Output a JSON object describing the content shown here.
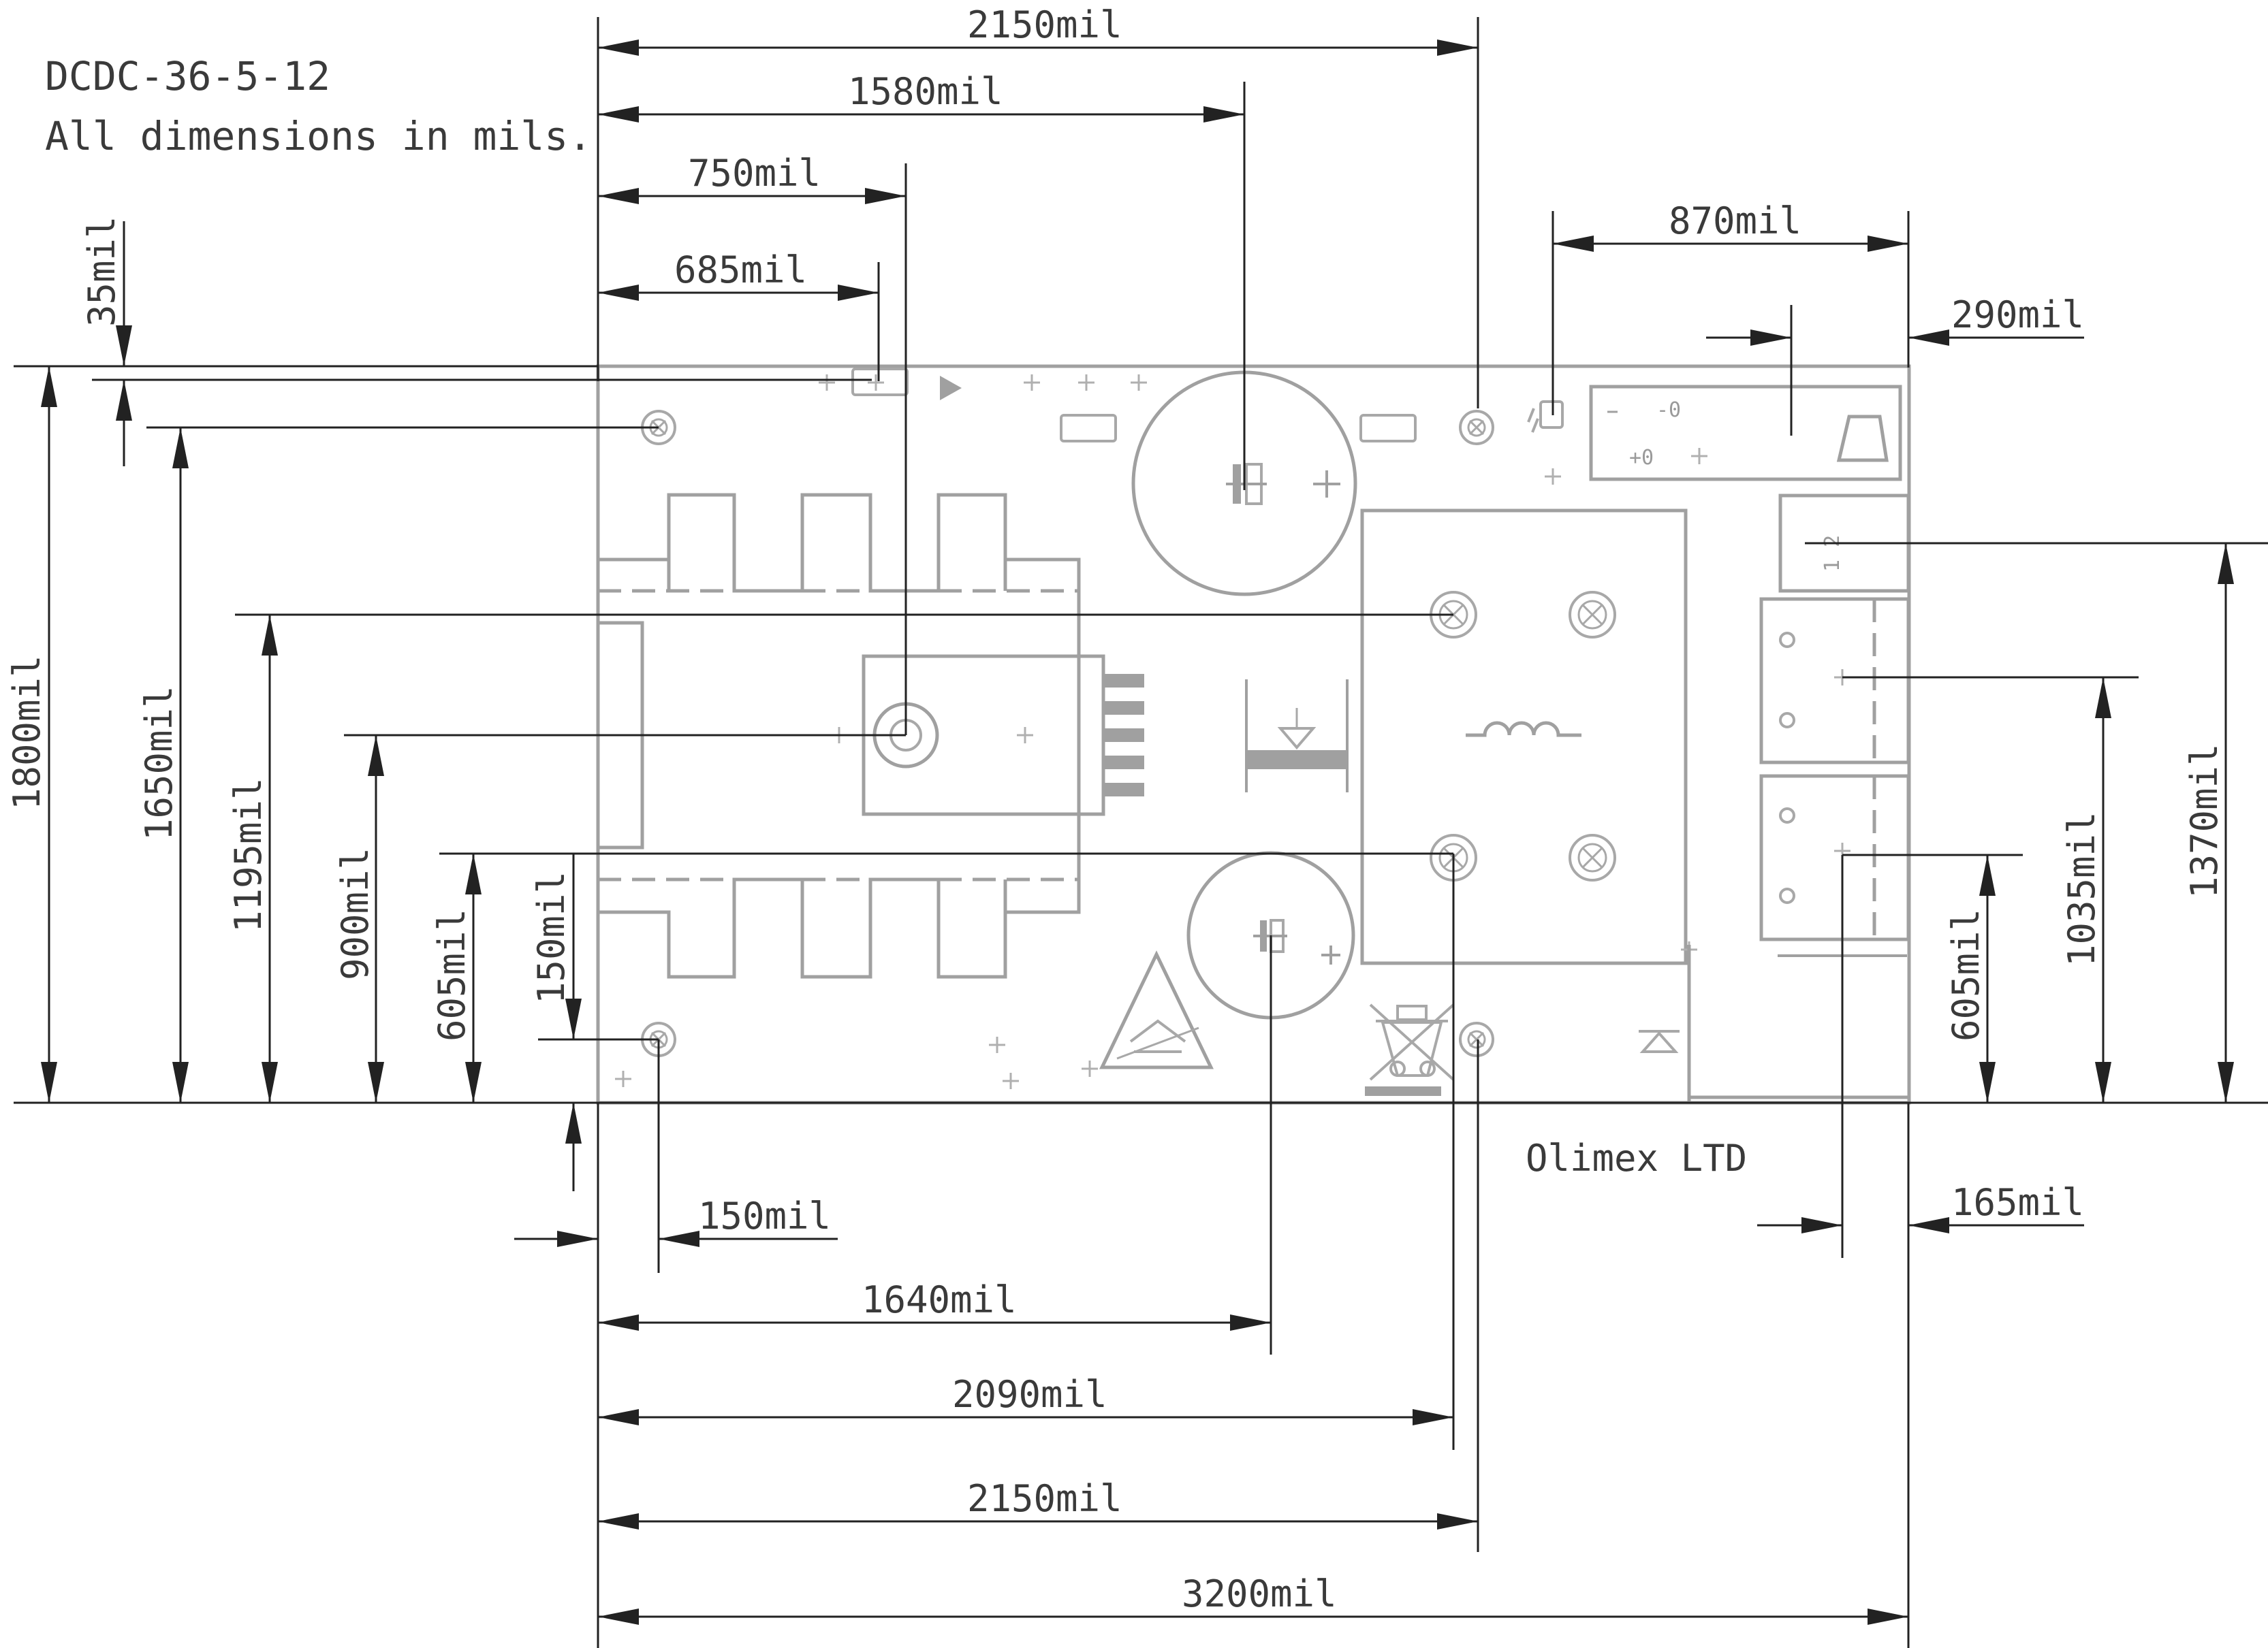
{
  "header": {
    "title": "DCDC-36-5-12",
    "subtitle": "All dimensions in mils."
  },
  "brand": "Olimex LTD",
  "colors": {
    "pcb_outline": "#a0a0a0",
    "dimension_lines": "#222222",
    "text": "#3a3a3a"
  },
  "dimensions": {
    "top_2150": "2150mil",
    "top_1580": "1580mil",
    "top_750": "750mil",
    "top_685": "685mil",
    "top_870": "870mil",
    "top_290": "290mil",
    "left_35": "35mil",
    "left_1800": "1800mil",
    "left_1650": "1650mil",
    "left_1195": "1195mil",
    "left_900": "900mil",
    "left_605": "605mil",
    "left_150": "150mil",
    "right_1370": "1370mil",
    "right_1035": "1035mil",
    "right_605": "605mil",
    "bottom_150": "150mil",
    "bottom_165": "165mil",
    "bottom_1640": "1640mil",
    "bottom_2090": "2090mil",
    "bottom_2150": "2150mil",
    "bottom_3200": "3200mil"
  },
  "connector_pins": "1 2",
  "icons": [
    "esd-warning-icon",
    "weee-bin-icon",
    "inductor-icon",
    "diode-icon",
    "capacitor-icon",
    "mounting-hole-icon"
  ]
}
